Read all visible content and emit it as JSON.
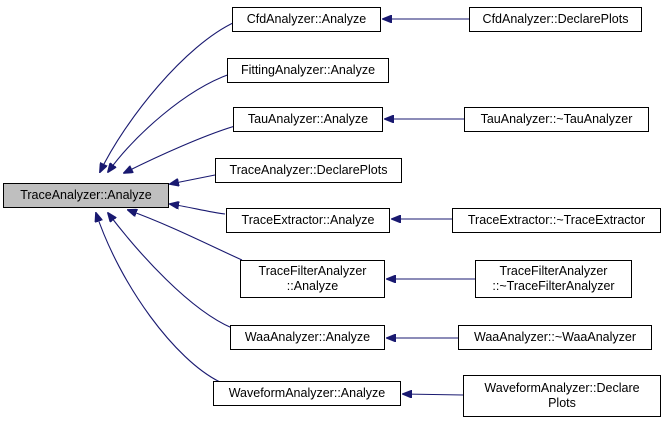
{
  "colors": {
    "edge": "#191970",
    "root_fill": "#bfbfbf",
    "node_fill": "#ffffff",
    "border": "#000000"
  },
  "nodes": {
    "root": {
      "lines": [
        "TraceAnalyzer::Analyze"
      ]
    },
    "cfd_analyze": {
      "lines": [
        "CfdAnalyzer::Analyze"
      ]
    },
    "cfd_declare": {
      "lines": [
        "CfdAnalyzer::DeclarePlots"
      ]
    },
    "fitting_analyze": {
      "lines": [
        "FittingAnalyzer::Analyze"
      ]
    },
    "tau_analyze": {
      "lines": [
        "TauAnalyzer::Analyze"
      ]
    },
    "tau_dtor": {
      "lines": [
        "TauAnalyzer::~TauAnalyzer"
      ]
    },
    "trace_declare": {
      "lines": [
        "TraceAnalyzer::DeclarePlots"
      ]
    },
    "extractor_analyze": {
      "lines": [
        "TraceExtractor::Analyze"
      ]
    },
    "extractor_dtor": {
      "lines": [
        "TraceExtractor::~TraceExtractor"
      ]
    },
    "filter_analyze": {
      "lines": [
        "TraceFilterAnalyzer",
        "::Analyze"
      ]
    },
    "filter_dtor": {
      "lines": [
        "TraceFilterAnalyzer",
        "::~TraceFilterAnalyzer"
      ]
    },
    "waa_analyze": {
      "lines": [
        "WaaAnalyzer::Analyze"
      ]
    },
    "waa_dtor": {
      "lines": [
        "WaaAnalyzer::~WaaAnalyzer"
      ]
    },
    "waveform_analyze": {
      "lines": [
        "WaveformAnalyzer::Analyze"
      ]
    },
    "waveform_declare": {
      "lines": [
        "WaveformAnalyzer::Declare",
        "Plots"
      ]
    }
  }
}
